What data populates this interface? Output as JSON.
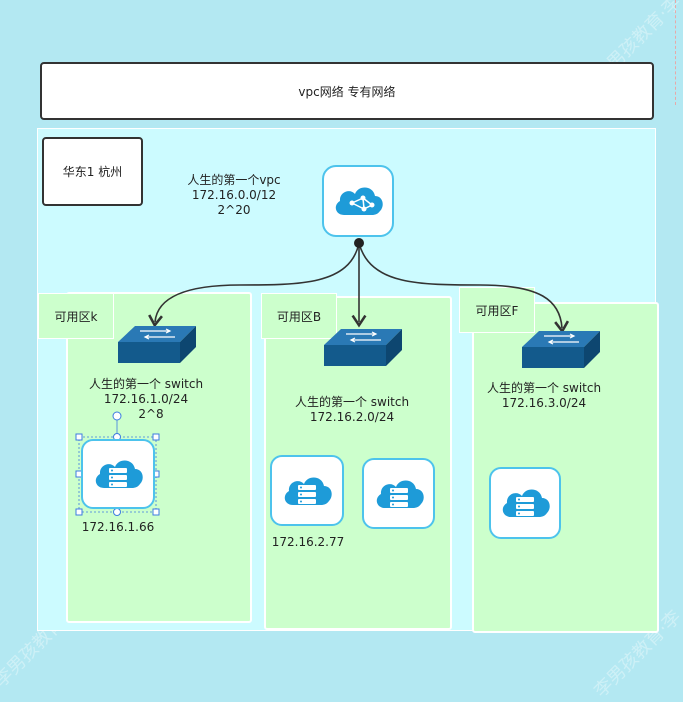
{
  "header": {
    "title": "vpc网络  专有网络"
  },
  "region": {
    "label": "华东1 杭州"
  },
  "vpc": {
    "name": "人生的第一个vpc",
    "cidr": "172.16.0.0/12",
    "size": "2^20"
  },
  "zones": [
    {
      "tab": "可用区k",
      "switch_name": "人生的第一个 switch",
      "switch_cidr": "172.16.1.0/24",
      "switch_size": "2^8",
      "host_ip": "172.16.1.66"
    },
    {
      "tab": "可用区B",
      "switch_name": "人生的第一个 switch",
      "switch_cidr": "172.16.2.0/24",
      "host_ip": "172.16.2.77"
    },
    {
      "tab": "可用区F",
      "switch_name": "人生的第一个 switch",
      "switch_cidr": "172.16.3.0/24"
    }
  ],
  "watermark": "李男孩教育·李",
  "colors": {
    "background": "#b3e8f2",
    "region": "#ccfbff",
    "zone": "#ccffcc",
    "switch": "#135a8c",
    "cloud": "#1e9bd8",
    "card_border": "#4dc3ec"
  }
}
